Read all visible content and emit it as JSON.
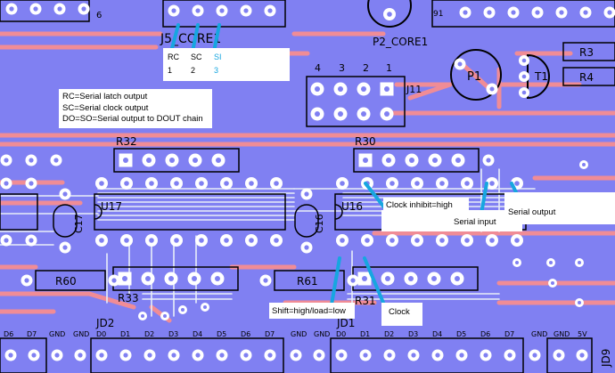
{
  "colors": {
    "board": "#8080f2",
    "trace_top": "#f08c96",
    "trace_bottom": "#e8eef8",
    "pad": "#ffffff",
    "silkscreen": "#000000",
    "highlight": "#17a6e0"
  },
  "components": {
    "j5_core1": "J5_CORE1",
    "p2_core1": "P2_CORE1",
    "j11": "J11",
    "j11_pins": [
      "4",
      "3",
      "2",
      "1"
    ],
    "p1": "P1",
    "t1": "T1",
    "r3": "R3",
    "r4": "R4",
    "r32": "R32",
    "r30": "R30",
    "u17": "U17",
    "u16": "U16",
    "c17": "C17",
    "c16": "C16",
    "r60": "R60",
    "r61": "R61",
    "r33": "R33",
    "r31": "R31",
    "jd2": "JD2",
    "jd1": "JD1",
    "jd9": "JD9",
    "top_left_num": "6",
    "top_mid_num": "91"
  },
  "header_pins": {
    "labels": [
      "RC",
      "SC",
      "SI"
    ],
    "numbers": [
      "1",
      "2",
      "3"
    ]
  },
  "legend": {
    "line1": "RC=Serial latch output",
    "line2": "SC=Serial clock output",
    "line3": "DO=SO=Serial output to DOUT chain"
  },
  "annotations": {
    "clock_inhibit": "Clock inhibit=high",
    "serial_input": "Serial input",
    "serial_output": "Serial output",
    "shift_load": "Shift=high/load=low",
    "clock": "Clock"
  },
  "bottom_labels": [
    "D6",
    "D7",
    "GND",
    "GND",
    "D0",
    "D1",
    "D2",
    "D3",
    "D4",
    "D5",
    "D6",
    "D7",
    "GND",
    "GND",
    "D0",
    "D1",
    "D2",
    "D3",
    "D4",
    "D5",
    "D6",
    "D7",
    "GND",
    "GND",
    "5V"
  ]
}
